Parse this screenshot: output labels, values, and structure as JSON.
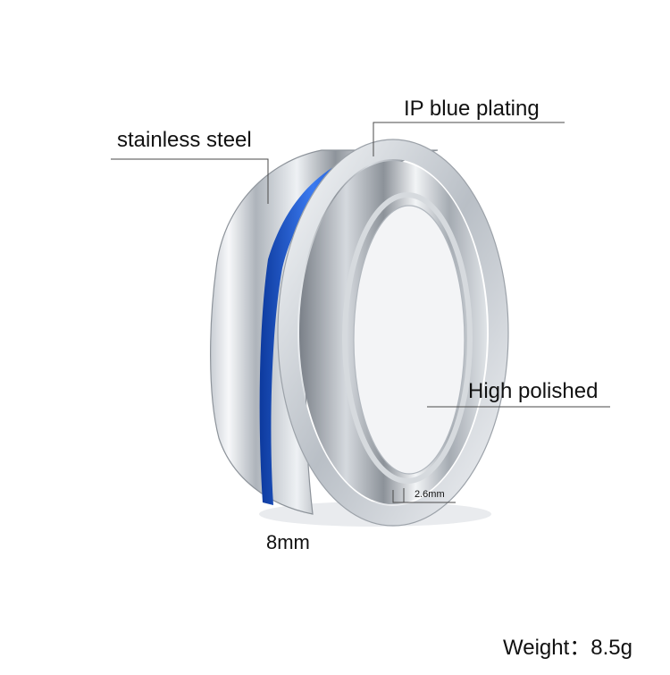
{
  "labels": {
    "stainless_steel": "stainless steel",
    "ip_blue_plating": "IP blue plating",
    "high_polished": "High polished",
    "width": "8mm",
    "thickness": "2.6mm",
    "weight": "Weight：8.5g"
  },
  "colors": {
    "background": "#ffffff",
    "steel_light": "#f4f6f8",
    "steel_mid": "#b7bdc4",
    "steel_dark": "#6d737b",
    "groove_blue": "#1d5fd6",
    "leader_line": "#4a4a4a",
    "text": "#111111"
  }
}
